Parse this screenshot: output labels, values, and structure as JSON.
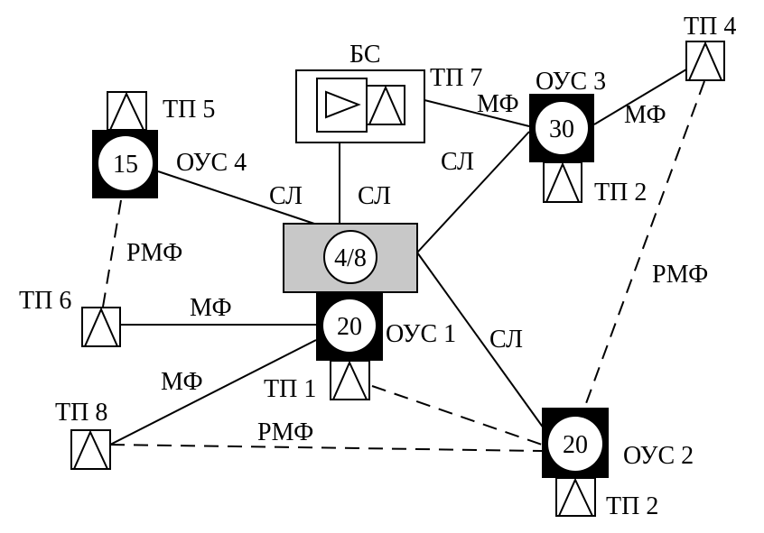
{
  "colors": {
    "background": "#ffffff",
    "line": "#000000",
    "exchange_fill": "#c8c8c8",
    "node_fill": "#000000",
    "circle_fill": "#ffffff"
  },
  "icons": {
    "terminal_point": "triangle-icon",
    "amplifier": "amplifier-icon"
  },
  "diagram": {
    "nodes": {
      "center": {
        "value": "4/8"
      },
      "ous1": {
        "value": "20",
        "label": "ОУС 1"
      },
      "ous2": {
        "value": "20",
        "label": "ОУС 2"
      },
      "ous3": {
        "value": "30",
        "label": "ОУС 3"
      },
      "ous4": {
        "value": "15",
        "label": "ОУС 4"
      }
    },
    "bs": {
      "label": "БС"
    },
    "tp": {
      "tp1": "ТП 1",
      "tp2_ous2": "ТП 2",
      "tp2_ous3": "ТП 2",
      "tp4": "ТП 4",
      "tp5": "ТП 5",
      "tp6": "ТП 6",
      "tp7": "ТП 7",
      "tp8": "ТП 8"
    },
    "links": {
      "sl_ous4": "СЛ",
      "sl_bs": "СЛ",
      "sl_ous3": "СЛ",
      "sl_ous2": "СЛ",
      "mf_tp7": "МФ",
      "mf_tp4": "МФ",
      "mf_tp6": "МФ",
      "mf_tp8": "МФ",
      "rmf_tp5_tp6": "РМФ",
      "rmf_tp4_ous2": "РМФ",
      "rmf_tp8_ous2": "РМФ"
    }
  }
}
